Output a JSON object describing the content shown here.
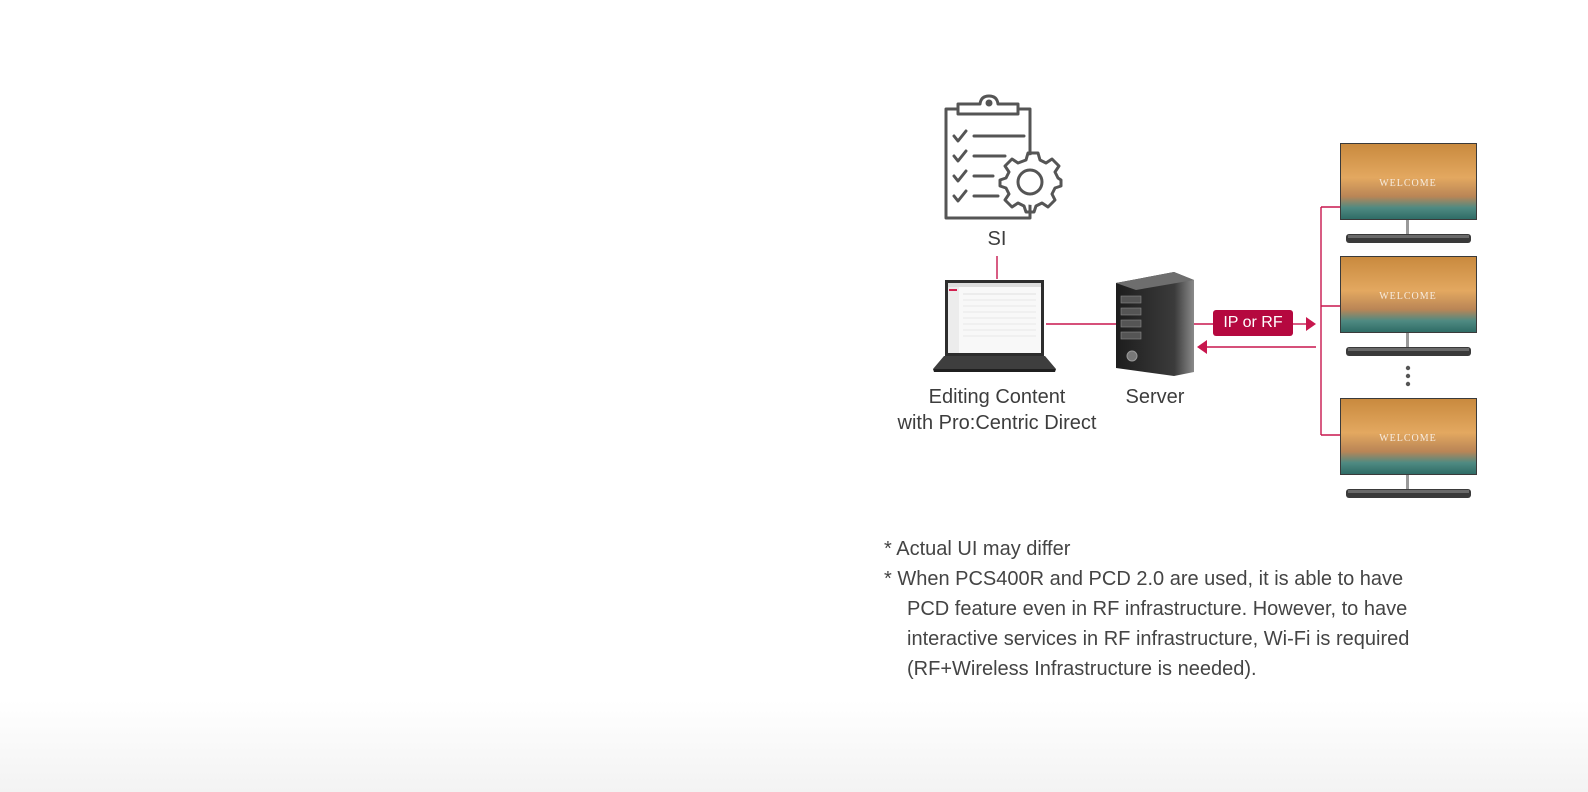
{
  "diagram": {
    "si_label": "SI",
    "laptop_label_line1": "Editing Content",
    "laptop_label_line2": "with Pro:Centric Direct",
    "server_label": "Server",
    "connection_label": "IP or RF",
    "tv_screen_text": "WELCOME"
  },
  "notes": {
    "line1": "* Actual UI may differ",
    "line2": "* When PCS400R and PCD 2.0 are used, it is able to have",
    "line3": "PCD feature even in RF infrastructure. However, to have",
    "line4": "interactive services in RF infrastructure, Wi-Fi is required",
    "line5": "(RF+Wireless Infrastructure is needed)."
  },
  "colors": {
    "accent": "#b5083f",
    "line": "#c8174e",
    "text": "#3d3d3d",
    "icon_stroke": "#555555"
  },
  "icons": {
    "si": "clipboard-checklist-gear-icon",
    "laptop": "laptop-icon",
    "server": "server-tower-icon",
    "tv": "tv-display-icon",
    "more": "vertical-ellipsis-icon"
  }
}
